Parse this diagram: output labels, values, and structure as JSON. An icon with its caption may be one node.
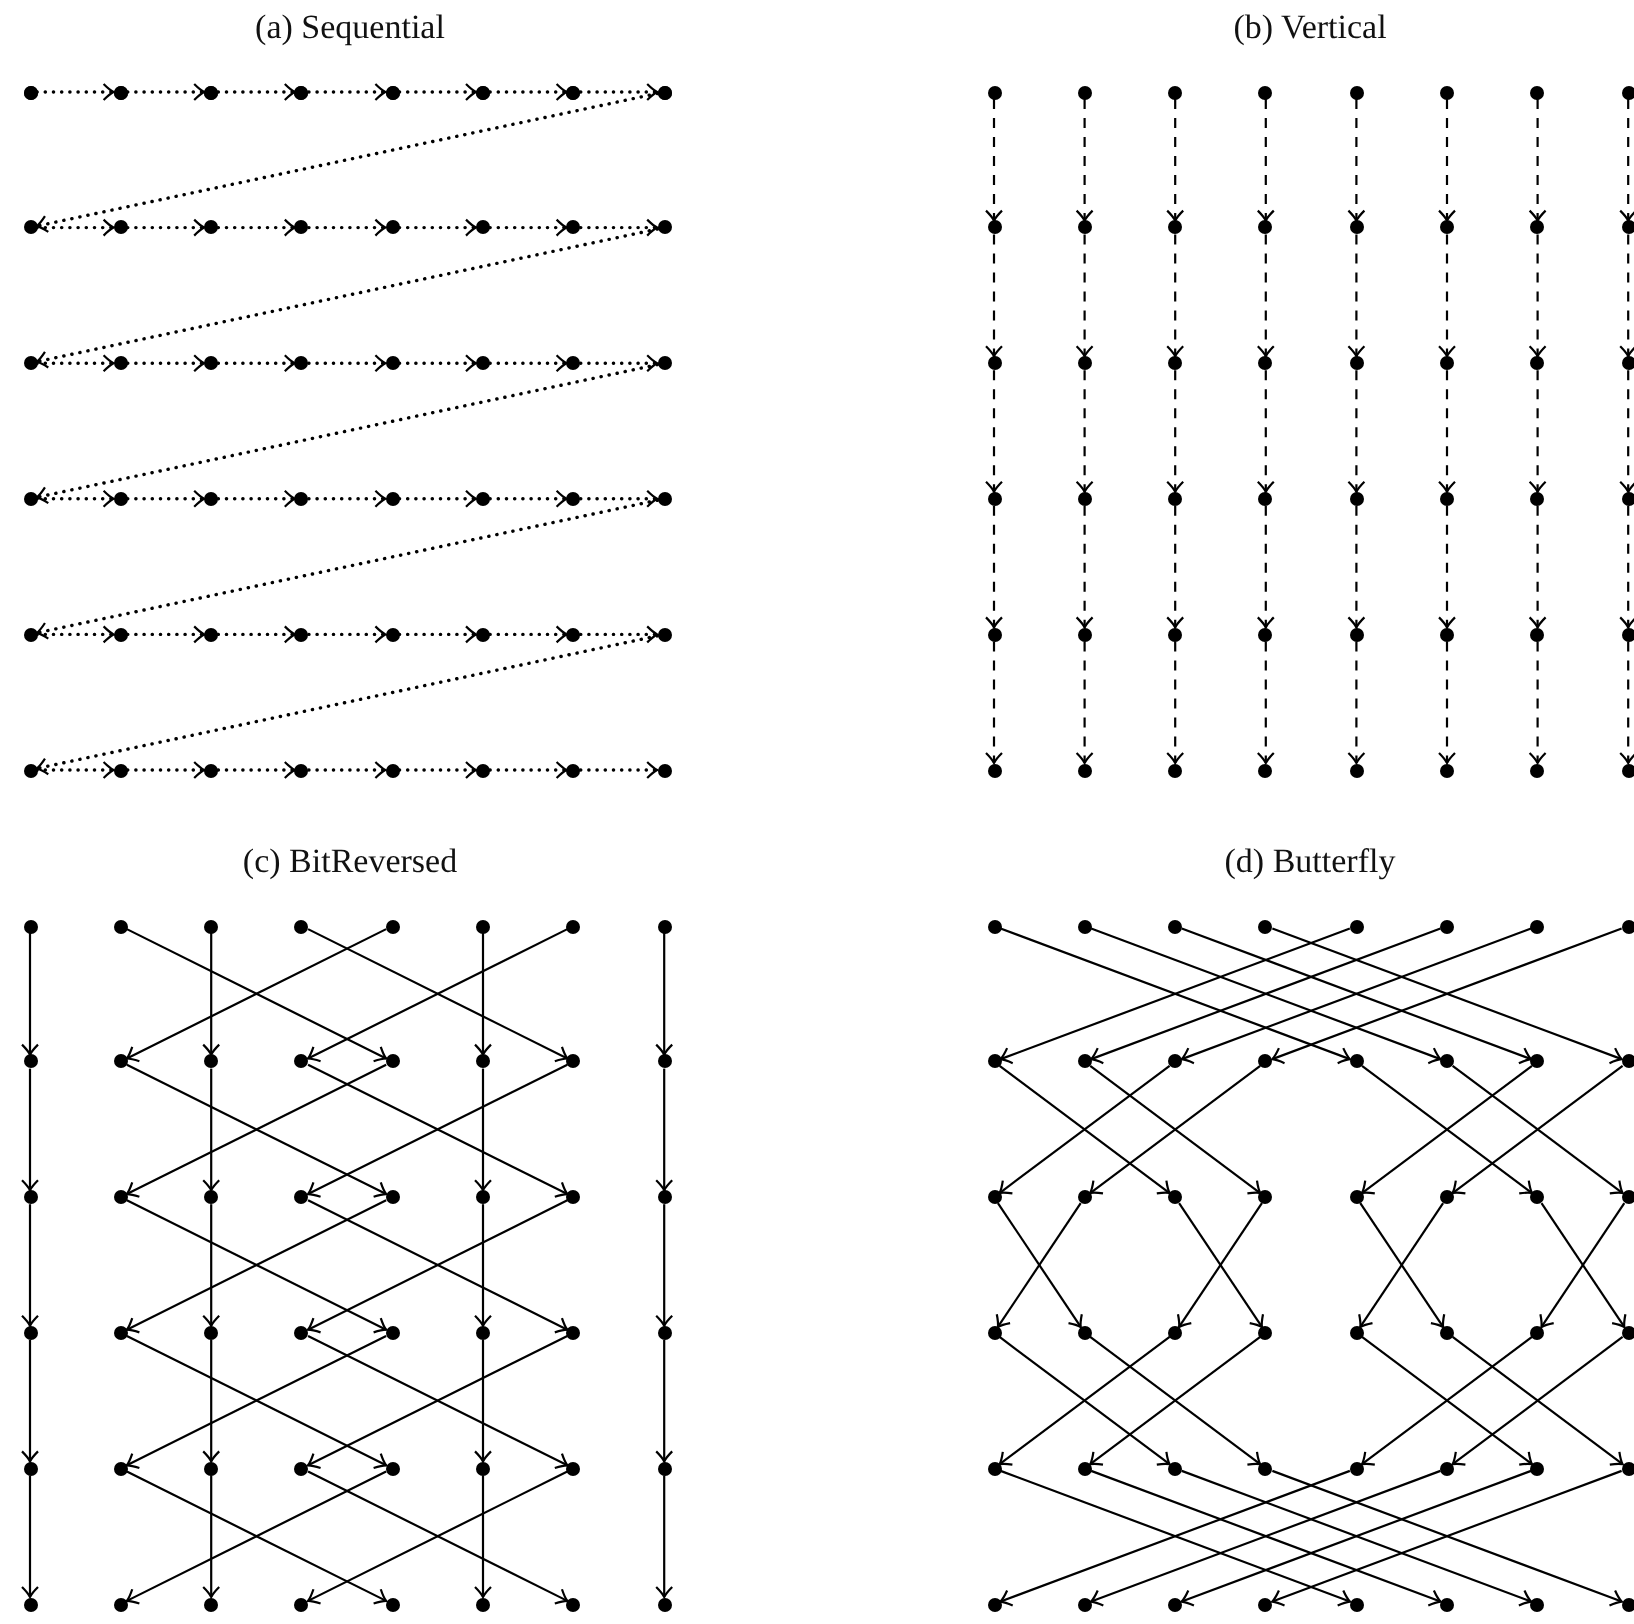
{
  "diagram": {
    "labels": [
      "(a) Sequential",
      "(b) Vertical",
      "(c) BitReversed",
      "(d) Butterfly"
    ],
    "nodes": [
      {
        "text": [],
        "shape": "circle"
      },
      {
        "text": [],
        "shape": "circle"
      },
      {
        "text": [],
        "shape": "circle"
      },
      {
        "text": [],
        "shape": "circle"
      },
      {
        "text": [],
        "shape": "circle"
      },
      {
        "text": [],
        "shape": "circle"
      },
      {
        "text": [],
        "shape": "circle"
      },
      {
        "text": [],
        "shape": "circle"
      },
      {
        "text": [],
        "shape": "circle"
      },
      {
        "text": [],
        "shape": "circle"
      },
      {
        "text": [],
        "shape": "circle"
      },
      {
        "text": [],
        "shape": "circle"
      },
      {
        "text": [],
        "shape": "circle"
      },
      {
        "text": [],
        "shape": "circle"
      },
      {
        "text": [],
        "shape": "circle"
      },
      {
        "text": [],
        "shape": "circle"
      },
      {
        "text": [],
        "shape": "circle"
      },
      {
        "text": [],
        "shape": "circle"
      },
      {
        "text": [],
        "shape": "circle"
      },
      {
        "text": [],
        "shape": "circle"
      },
      {
        "text": [],
        "shape": "circle"
      },
      {
        "text": [],
        "shape": "circle"
      },
      {
        "text": [],
        "shape": "circle"
      },
      {
        "text": [],
        "shape": "circle"
      },
      {
        "text": [],
        "shape": "circle"
      },
      {
        "text": [],
        "shape": "circle"
      },
      {
        "text": [],
        "shape": "circle"
      },
      {
        "text": [],
        "shape": "circle"
      },
      {
        "text": [],
        "shape": "circle"
      },
      {
        "text": [],
        "shape": "circle"
      },
      {
        "text": [],
        "shape": "circle"
      },
      {
        "text": [],
        "shape": "circle"
      },
      {
        "text": [],
        "shape": "circle"
      },
      {
        "text": [],
        "shape": "circle"
      },
      {
        "text": [],
        "shape": "circle"
      },
      {
        "text": [],
        "shape": "circle"
      },
      {
        "text": [],
        "shape": "circle"
      },
      {
        "text": [],
        "shape": "circle"
      },
      {
        "text": [],
        "shape": "circle"
      },
      {
        "text": [],
        "shape": "circle"
      },
      {
        "text": [],
        "shape": "circle"
      },
      {
        "text": [],
        "shape": "circle"
      },
      {
        "text": [],
        "shape": "circle"
      },
      {
        "text": [],
        "shape": "circle"
      },
      {
        "text": [],
        "shape": "circle"
      },
      {
        "text": [],
        "shape": "circle"
      },
      {
        "text": [],
        "shape": "circle"
      },
      {
        "text": [],
        "shape": "circle"
      },
      {
        "text": [],
        "shape": "circle"
      },
      {
        "text": [],
        "shape": "circle"
      },
      {
        "text": [],
        "shape": "circle"
      },
      {
        "text": [],
        "shape": "circle"
      },
      {
        "text": [],
        "shape": "circle"
      },
      {
        "text": [],
        "shape": "circle"
      },
      {
        "text": [],
        "shape": "circle"
      },
      {
        "text": [],
        "shape": "circle"
      },
      {
        "text": [],
        "shape": "circle"
      },
      {
        "text": [],
        "shape": "circle"
      },
      {
        "text": [],
        "shape": "circle"
      },
      {
        "text": [],
        "shape": "circle"
      },
      {
        "text": [],
        "shape": "circle"
      },
      {
        "text": [],
        "shape": "circle"
      },
      {
        "text": [],
        "shape": "circle"
      },
      {
        "text": [],
        "shape": "circle"
      },
      {
        "text": [],
        "shape": "circle"
      },
      {
        "text": [],
        "shape": "circle"
      },
      {
        "text": [],
        "shape": "circle"
      },
      {
        "text": [],
        "shape": "circle"
      },
      {
        "text": [],
        "shape": "circle"
      },
      {
        "text": [],
        "shape": "circle"
      },
      {
        "text": [],
        "shape": "circle"
      },
      {
        "text": [],
        "shape": "circle"
      },
      {
        "text": [],
        "shape": "circle"
      },
      {
        "text": [],
        "shape": "circle"
      },
      {
        "text": [],
        "shape": "circle"
      },
      {
        "text": [],
        "shape": "circle"
      },
      {
        "text": [],
        "shape": "circle"
      },
      {
        "text": [],
        "shape": "circle"
      },
      {
        "text": [],
        "shape": "circle"
      },
      {
        "text": [],
        "shape": "circle"
      },
      {
        "text": [],
        "shape": "circle"
      },
      {
        "text": [],
        "shape": "circle"
      },
      {
        "text": [],
        "shape": "circle"
      },
      {
        "text": [],
        "shape": "circle"
      },
      {
        "text": [],
        "shape": "circle"
      },
      {
        "text": [],
        "shape": "circle"
      },
      {
        "text": [],
        "shape": "circle"
      },
      {
        "text": [],
        "shape": "circle"
      },
      {
        "text": [],
        "shape": "circle"
      },
      {
        "text": [],
        "shape": "circle"
      },
      {
        "text": [],
        "shape": "circle"
      },
      {
        "text": [],
        "shape": "circle"
      },
      {
        "text": [],
        "shape": "circle"
      },
      {
        "text": [],
        "shape": "circle"
      },
      {
        "text": [],
        "shape": "circle"
      },
      {
        "text": [],
        "shape": "circle"
      },
      {
        "text": [],
        "shape": "circle"
      },
      {
        "text": [],
        "shape": "circle"
      },
      {
        "text": [],
        "shape": "circle"
      },
      {
        "text": [],
        "shape": "circle"
      },
      {
        "text": [],
        "shape": "circle"
      },
      {
        "text": [],
        "shape": "circle"
      },
      {
        "text": [],
        "shape": "circle"
      },
      {
        "text": [],
        "shape": "circle"
      },
      {
        "text": [],
        "shape": "circle"
      },
      {
        "text": [],
        "shape": "circle"
      },
      {
        "text": [],
        "shape": "circle"
      },
      {
        "text": [],
        "shape": "circle"
      },
      {
        "text": [],
        "shape": "circle"
      },
      {
        "text": [],
        "shape": "circle"
      },
      {
        "text": [],
        "shape": "circle"
      },
      {
        "text": [],
        "shape": "circle"
      },
      {
        "text": [],
        "shape": "circle"
      },
      {
        "text": [],
        "shape": "circle"
      },
      {
        "text": [],
        "shape": "circle"
      },
      {
        "text": [],
        "shape": "circle"
      },
      {
        "text": [],
        "shape": "circle"
      },
      {
        "text": [],
        "shape": "circle"
      },
      {
        "text": [],
        "shape": "circle"
      },
      {
        "text": [],
        "shape": "circle"
      },
      {
        "text": [],
        "shape": "circle"
      },
      {
        "text": [],
        "shape": "circle"
      },
      {
        "text": [],
        "shape": "circle"
      },
      {
        "text": [],
        "shape": "circle"
      },
      {
        "text": [],
        "shape": "circle"
      },
      {
        "text": [],
        "shape": "circle"
      },
      {
        "text": [],
        "shape": "circle"
      },
      {
        "text": [],
        "shape": "circle"
      },
      {
        "text": [],
        "shape": "circle"
      },
      {
        "text": [],
        "shape": "circle"
      },
      {
        "text": [],
        "shape": "circle"
      },
      {
        "text": [],
        "shape": "circle"
      },
      {
        "text": [],
        "shape": "circle"
      },
      {
        "text": [],
        "shape": "circle"
      },
      {
        "text": [],
        "shape": "circle"
      },
      {
        "text": [],
        "shape": "circle"
      },
      {
        "text": [],
        "shape": "circle"
      },
      {
        "text": [],
        "shape": "circle"
      },
      {
        "text": [],
        "shape": "circle"
      },
      {
        "text": [],
        "shape": "circle"
      },
      {
        "text": [],
        "shape": "circle"
      },
      {
        "text": [],
        "shape": "circle"
      },
      {
        "text": [],
        "shape": "circle"
      },
      {
        "text": [],
        "shape": "circle"
      },
      {
        "text": [],
        "shape": "circle"
      },
      {
        "text": [],
        "shape": "circle"
      },
      {
        "text": [],
        "shape": "circle"
      },
      {
        "text": [],
        "shape": "circle"
      },
      {
        "text": [],
        "shape": "circle"
      },
      {
        "text": [],
        "shape": "circle"
      },
      {
        "text": [],
        "shape": "circle"
      },
      {
        "text": [],
        "shape": "circle"
      },
      {
        "text": [],
        "shape": "circle"
      },
      {
        "text": [],
        "shape": "circle"
      },
      {
        "text": [],
        "shape": "circle"
      },
      {
        "text": [],
        "shape": "circle"
      },
      {
        "text": [],
        "shape": "circle"
      },
      {
        "text": [],
        "shape": "circle"
      },
      {
        "text": [],
        "shape": "circle"
      },
      {
        "text": [],
        "shape": "circle"
      },
      {
        "text": [],
        "shape": "circle"
      },
      {
        "text": [],
        "shape": "circle"
      },
      {
        "text": [],
        "shape": "circle"
      },
      {
        "text": [],
        "shape": "circle"
      },
      {
        "text": [],
        "shape": "circle"
      },
      {
        "text": [],
        "shape": "circle"
      },
      {
        "text": [],
        "shape": "circle"
      },
      {
        "text": [],
        "shape": "circle"
      },
      {
        "text": [],
        "shape": "circle"
      },
      {
        "text": [],
        "shape": "circle"
      },
      {
        "text": [],
        "shape": "circle"
      },
      {
        "text": [],
        "shape": "circle"
      },
      {
        "text": [],
        "shape": "circle"
      },
      {
        "text": [],
        "shape": "circle"
      },
      {
        "text": [],
        "shape": "circle"
      },
      {
        "text": [],
        "shape": "circle"
      },
      {
        "text": [],
        "shape": "circle"
      },
      {
        "text": [],
        "shape": "circle"
      },
      {
        "text": [],
        "shape": "circle"
      },
      {
        "text": [],
        "shape": "circle"
      },
      {
        "text": [],
        "shape": "circle"
      },
      {
        "text": [],
        "shape": "circle"
      },
      {
        "text": [],
        "shape": "circle"
      },
      {
        "text": [],
        "shape": "circle"
      },
      {
        "text": [],
        "shape": "circle"
      },
      {
        "text": [],
        "shape": "circle"
      },
      {
        "text": [],
        "shape": "circle"
      },
      {
        "text": [],
        "shape": "circle"
      },
      {
        "text": [],
        "shape": "circle"
      },
      {
        "text": [],
        "shape": "circle"
      },
      {
        "text": [],
        "shape": "circle"
      },
      {
        "text": [],
        "shape": "circle"
      },
      {
        "text": [],
        "shape": "circle"
      },
      {
        "text": [],
        "shape": "circle"
      },
      {
        "text": [],
        "shape": "circle"
      },
      {
        "text": [],
        "shape": "circle"
      },
      {
        "text": [],
        "shape": "circle"
      },
      {
        "text": [],
        "shape": "circle"
      },
      {
        "text": [],
        "shape": "circle"
      },
      {
        "text": [],
        "shape": "circle"
      }
    ],
    "edges": [
      {
        "from": 0,
        "to": 1,
        "arrow": "to",
        "style": "dashed"
      },
      {
        "from": 1,
        "to": 2,
        "arrow": "to",
        "style": "dashed"
      },
      {
        "from": 2,
        "to": 3,
        "arrow": "to",
        "style": "dashed"
      },
      {
        "from": 3,
        "to": 4,
        "arrow": "to",
        "style": "dashed"
      },
      {
        "from": 4,
        "to": 5,
        "arrow": "to",
        "style": "dashed"
      },
      {
        "from": 5,
        "to": 6,
        "arrow": "to",
        "style": "dashed"
      },
      {
        "from": 6,
        "to": 7,
        "arrow": "to",
        "style": "dashed"
      },
      {
        "from": 7,
        "to": 8,
        "arrow": "to",
        "style": "dashed"
      },
      {
        "from": 8,
        "to": 9,
        "arrow": "to",
        "style": "dashed"
      },
      {
        "from": 9,
        "to": 10,
        "arrow": "to",
        "style": "dashed"
      },
      {
        "from": 10,
        "to": 11,
        "arrow": "to",
        "style": "dashed"
      },
      {
        "from": 11,
        "to": 12,
        "arrow": "to",
        "style": "dashed"
      },
      {
        "from": 12,
        "to": 13,
        "arrow": "to",
        "style": "dashed"
      },
      {
        "from": 13,
        "to": 14,
        "arrow": "to",
        "style": "dashed"
      },
      {
        "from": 14,
        "to": 15,
        "arrow": "to",
        "style": "dashed"
      },
      {
        "from": 15,
        "to": 16,
        "arrow": "to",
        "style": "dashed"
      },
      {
        "from": 16,
        "to": 17,
        "arrow": "to",
        "style": "dashed"
      },
      {
        "from": 17,
        "to": 18,
        "arrow": "to",
        "style": "dashed"
      },
      {
        "from": 18,
        "to": 19,
        "arrow": "to",
        "style": "dashed"
      },
      {
        "from": 19,
        "to": 20,
        "arrow": "to",
        "style": "dashed"
      },
      {
        "from": 20,
        "to": 21,
        "arrow": "to",
        "style": "dashed"
      },
      {
        "from": 21,
        "to": 22,
        "arrow": "to",
        "style": "dashed"
      },
      {
        "from": 22,
        "to": 23,
        "arrow": "to",
        "style": "dashed"
      },
      {
        "from": 23,
        "to": 24,
        "arrow": "to",
        "style": "dashed"
      },
      {
        "from": 24,
        "to": 25,
        "arrow": "to",
        "style": "dashed"
      },
      {
        "from": 25,
        "to": 26,
        "arrow": "to",
        "style": "dashed"
      },
      {
        "from": 26,
        "to": 27,
        "arrow": "to",
        "style": "dashed"
      },
      {
        "from": 27,
        "to": 28,
        "arrow": "to",
        "style": "dashed"
      },
      {
        "from": 28,
        "to": 29,
        "arrow": "to",
        "style": "dashed"
      },
      {
        "from": 29,
        "to": 30,
        "arrow": "to",
        "style": "dashed"
      },
      {
        "from": 30,
        "to": 31,
        "arrow": "to",
        "style": "dashed"
      },
      {
        "from": 31,
        "to": 32,
        "arrow": "to",
        "style": "dashed"
      },
      {
        "from": 32,
        "to": 33,
        "arrow": "to",
        "style": "dashed"
      },
      {
        "from": 33,
        "to": 34,
        "arrow": "to",
        "style": "dashed"
      },
      {
        "from": 34,
        "to": 35,
        "arrow": "to",
        "style": "dashed"
      },
      {
        "from": 35,
        "to": 36,
        "arrow": "to",
        "style": "dashed"
      },
      {
        "from": 36,
        "to": 37,
        "arrow": "to",
        "style": "dashed"
      },
      {
        "from": 37,
        "to": 38,
        "arrow": "to",
        "style": "dashed"
      },
      {
        "from": 38,
        "to": 39,
        "arrow": "to",
        "style": "dashed"
      },
      {
        "from": 39,
        "to": 40,
        "arrow": "to",
        "style": "dashed"
      },
      {
        "from": 40,
        "to": 41,
        "arrow": "to",
        "style": "dashed"
      },
      {
        "from": 41,
        "to": 42,
        "arrow": "to",
        "style": "dashed"
      },
      {
        "from": 42,
        "to": 43,
        "arrow": "to",
        "style": "dashed"
      },
      {
        "from": 43,
        "to": 44,
        "arrow": "to",
        "style": "dashed"
      },
      {
        "from": 44,
        "to": 45,
        "arrow": "to",
        "style": "dashed"
      },
      {
        "from": 45,
        "to": 46,
        "arrow": "to",
        "style": "dashed"
      },
      {
        "from": 46,
        "to": 47,
        "arrow": "to",
        "style": "dashed"
      },
      {
        "from": 48,
        "to": 56,
        "arrow": "to",
        "style": "dashed"
      },
      {
        "from": 49,
        "to": 57,
        "arrow": "to",
        "style": "dashed"
      },
      {
        "from": 50,
        "to": 58,
        "arrow": "to",
        "style": "dashed"
      },
      {
        "from": 51,
        "to": 59,
        "arrow": "to",
        "style": "dashed"
      },
      {
        "from": 52,
        "to": 60,
        "arrow": "to",
        "style": "dashed"
      },
      {
        "from": 53,
        "to": 61,
        "arrow": "to",
        "style": "dashed"
      },
      {
        "from": 54,
        "to": 62,
        "arrow": "to",
        "style": "dashed"
      },
      {
        "from": 55,
        "to": 63,
        "arrow": "to",
        "style": "dashed"
      },
      {
        "from": 56,
        "to": 64,
        "arrow": "to",
        "style": "dashed"
      },
      {
        "from": 57,
        "to": 65,
        "arrow": "to",
        "style": "dashed"
      },
      {
        "from": 58,
        "to": 66,
        "arrow": "to",
        "style": "dashed"
      },
      {
        "from": 59,
        "to": 67,
        "arrow": "to",
        "style": "dashed"
      },
      {
        "from": 60,
        "to": 68,
        "arrow": "to",
        "style": "dashed"
      },
      {
        "from": 61,
        "to": 69,
        "arrow": "to",
        "style": "dashed"
      },
      {
        "from": 62,
        "to": 70,
        "arrow": "to",
        "style": "dashed"
      },
      {
        "from": 63,
        "to": 71,
        "arrow": "to",
        "style": "dashed"
      },
      {
        "from": 64,
        "to": 72,
        "arrow": "to",
        "style": "dashed"
      },
      {
        "from": 65,
        "to": 73,
        "arrow": "to",
        "style": "dashed"
      },
      {
        "from": 66,
        "to": 74,
        "arrow": "to",
        "style": "dashed"
      },
      {
        "from": 67,
        "to": 75,
        "arrow": "to",
        "style": "dashed"
      },
      {
        "from": 68,
        "to": 76,
        "arrow": "to",
        "style": "dashed"
      },
      {
        "from": 69,
        "to": 77,
        "arrow": "to",
        "style": "dashed"
      },
      {
        "from": 70,
        "to": 78,
        "arrow": "to",
        "style": "dashed"
      },
      {
        "from": 71,
        "to": 79,
        "arrow": "to",
        "style": "dashed"
      },
      {
        "from": 72,
        "to": 80,
        "arrow": "to",
        "style": "dashed"
      },
      {
        "from": 73,
        "to": 81,
        "arrow": "to",
        "style": "dashed"
      },
      {
        "from": 74,
        "to": 82,
        "arrow": "to",
        "style": "dashed"
      },
      {
        "from": 75,
        "to": 83,
        "arrow": "to",
        "style": "dashed"
      },
      {
        "from": 76,
        "to": 84,
        "arrow": "to",
        "style": "dashed"
      },
      {
        "from": 77,
        "to": 85,
        "arrow": "to",
        "style": "dashed"
      },
      {
        "from": 78,
        "to": 86,
        "arrow": "to",
        "style": "dashed"
      },
      {
        "from": 79,
        "to": 87,
        "arrow": "to",
        "style": "dashed"
      },
      {
        "from": 80,
        "to": 88,
        "arrow": "to",
        "style": "dashed"
      },
      {
        "from": 81,
        "to": 89,
        "arrow": "to",
        "style": "dashed"
      },
      {
        "from": 82,
        "to": 90,
        "arrow": "to",
        "style": "dashed"
      },
      {
        "from": 83,
        "to": 91,
        "arrow": "to",
        "style": "dashed"
      },
      {
        "from": 84,
        "to": 92,
        "arrow": "to",
        "style": "dashed"
      },
      {
        "from": 85,
        "to": 93,
        "arrow": "to",
        "style": "dashed"
      },
      {
        "from": 86,
        "to": 94,
        "arrow": "to",
        "style": "dashed"
      },
      {
        "from": 87,
        "to": 95,
        "arrow": "to",
        "style": "dashed"
      },
      {
        "from": 96,
        "to": 104,
        "arrow": "to"
      },
      {
        "from": 97,
        "to": 108,
        "arrow": "to"
      },
      {
        "from": 98,
        "to": 106,
        "arrow": "to"
      },
      {
        "from": 99,
        "to": 110,
        "arrow": "to"
      },
      {
        "from": 100,
        "to": 105,
        "arrow": "to"
      },
      {
        "from": 101,
        "to": 109,
        "arrow": "to"
      },
      {
        "from": 102,
        "to": 107,
        "arrow": "to"
      },
      {
        "from": 103,
        "to": 111,
        "arrow": "to"
      },
      {
        "from": 104,
        "to": 112,
        "arrow": "to"
      },
      {
        "from": 105,
        "to": 116,
        "arrow": "to"
      },
      {
        "from": 106,
        "to": 114,
        "arrow": "to"
      },
      {
        "from": 107,
        "to": 118,
        "arrow": "to"
      },
      {
        "from": 108,
        "to": 113,
        "arrow": "to"
      },
      {
        "from": 109,
        "to": 117,
        "arrow": "to"
      },
      {
        "from": 110,
        "to": 115,
        "arrow": "to"
      },
      {
        "from": 111,
        "to": 119,
        "arrow": "to"
      },
      {
        "from": 112,
        "to": 120,
        "arrow": "to"
      },
      {
        "from": 113,
        "to": 124,
        "arrow": "to"
      },
      {
        "from": 114,
        "to": 122,
        "arrow": "to"
      },
      {
        "from": 115,
        "to": 126,
        "arrow": "to"
      },
      {
        "from": 116,
        "to": 121,
        "arrow": "to"
      },
      {
        "from": 117,
        "to": 125,
        "arrow": "to"
      },
      {
        "from": 118,
        "to": 123,
        "arrow": "to"
      },
      {
        "from": 119,
        "to": 127,
        "arrow": "to"
      },
      {
        "from": 120,
        "to": 128,
        "arrow": "to"
      },
      {
        "from": 121,
        "to": 132,
        "arrow": "to"
      },
      {
        "from": 122,
        "to": 130,
        "arrow": "to"
      },
      {
        "from": 123,
        "to": 134,
        "arrow": "to"
      },
      {
        "from": 124,
        "to": 129,
        "arrow": "to"
      },
      {
        "from": 125,
        "to": 133,
        "arrow": "to"
      },
      {
        "from": 126,
        "to": 131,
        "arrow": "to"
      },
      {
        "from": 127,
        "to": 135,
        "arrow": "to"
      },
      {
        "from": 128,
        "to": 136,
        "arrow": "to"
      },
      {
        "from": 129,
        "to": 140,
        "arrow": "to"
      },
      {
        "from": 130,
        "to": 138,
        "arrow": "to"
      },
      {
        "from": 131,
        "to": 142,
        "arrow": "to"
      },
      {
        "from": 132,
        "to": 137,
        "arrow": "to"
      },
      {
        "from": 133,
        "to": 141,
        "arrow": "to"
      },
      {
        "from": 134,
        "to": 139,
        "arrow": "to"
      },
      {
        "from": 135,
        "to": 143,
        "arrow": "to"
      },
      {
        "from": 144,
        "to": 156,
        "arrow": "to"
      },
      {
        "from": 145,
        "to": 157,
        "arrow": "to"
      },
      {
        "from": 146,
        "to": 158,
        "arrow": "to"
      },
      {
        "from": 147,
        "to": 159,
        "arrow": "to"
      },
      {
        "from": 148,
        "to": 152,
        "arrow": "to"
      },
      {
        "from": 149,
        "to": 153,
        "arrow": "to"
      },
      {
        "from": 150,
        "to": 154,
        "arrow": "to"
      },
      {
        "from": 151,
        "to": 155,
        "arrow": "to"
      },
      {
        "from": 152,
        "to": 162,
        "arrow": "to"
      },
      {
        "from": 153,
        "to": 163,
        "arrow": "to"
      },
      {
        "from": 154,
        "to": 160,
        "arrow": "to"
      },
      {
        "from": 155,
        "to": 161,
        "arrow": "to"
      },
      {
        "from": 156,
        "to": 166,
        "arrow": "to"
      },
      {
        "from": 157,
        "to": 167,
        "arrow": "to"
      },
      {
        "from": 158,
        "to": 164,
        "arrow": "to"
      },
      {
        "from": 159,
        "to": 165,
        "arrow": "to"
      },
      {
        "from": 160,
        "to": 169,
        "arrow": "to"
      },
      {
        "from": 161,
        "to": 168,
        "arrow": "to"
      },
      {
        "from": 162,
        "to": 171,
        "arrow": "to"
      },
      {
        "from": 163,
        "to": 170,
        "arrow": "to"
      },
      {
        "from": 164,
        "to": 173,
        "arrow": "to"
      },
      {
        "from": 165,
        "to": 172,
        "arrow": "to"
      },
      {
        "from": 166,
        "to": 175,
        "arrow": "to"
      },
      {
        "from": 167,
        "to": 174,
        "arrow": "to"
      },
      {
        "from": 168,
        "to": 178,
        "arrow": "to"
      },
      {
        "from": 169,
        "to": 179,
        "arrow": "to"
      },
      {
        "from": 170,
        "to": 176,
        "arrow": "to"
      },
      {
        "from": 171,
        "to": 177,
        "arrow": "to"
      },
      {
        "from": 172,
        "to": 182,
        "arrow": "to"
      },
      {
        "from": 173,
        "to": 183,
        "arrow": "to"
      },
      {
        "from": 174,
        "to": 180,
        "arrow": "to"
      },
      {
        "from": 175,
        "to": 181,
        "arrow": "to"
      },
      {
        "from": 176,
        "to": 188,
        "arrow": "to"
      },
      {
        "from": 177,
        "to": 189,
        "arrow": "to"
      },
      {
        "from": 178,
        "to": 190,
        "arrow": "to"
      },
      {
        "from": 179,
        "to": 191,
        "arrow": "to"
      },
      {
        "from": 180,
        "to": 184,
        "arrow": "to"
      },
      {
        "from": 181,
        "to": 185,
        "arrow": "to"
      },
      {
        "from": 182,
        "to": 186,
        "arrow": "to"
      },
      {
        "from": 183,
        "to": 187,
        "arrow": "to"
      }
    ]
  }
}
